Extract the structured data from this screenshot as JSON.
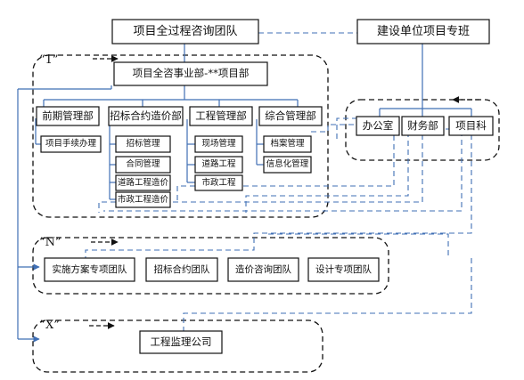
{
  "top": {
    "team": "项目全过程咨询团队",
    "owner": "建设单位项目专班"
  },
  "group1": {
    "label": "“1”",
    "dept": "项目全咨事业部-**项目部",
    "sections": [
      {
        "name": "前期管理部",
        "items": [
          "项目手续办理"
        ]
      },
      {
        "name": "招标合约造价部",
        "items": [
          "招标管理",
          "合同管理",
          "道路工程造价",
          "市政工程造价"
        ]
      },
      {
        "name": "工程管理部",
        "items": [
          "现场管理",
          "道路工程",
          "市政工程"
        ]
      },
      {
        "name": "综合管理部",
        "items": [
          "档案管理",
          "信息化管理"
        ]
      }
    ]
  },
  "owner_units": [
    "办公室",
    "财务部",
    "项目科"
  ],
  "groupN": {
    "label": "“N”",
    "teams": [
      "实施方案专项团队",
      "招标合约团队",
      "造价咨询团队",
      "设计专项团队"
    ]
  },
  "groupX": {
    "label": "“X”",
    "company": "工程监理公司"
  }
}
